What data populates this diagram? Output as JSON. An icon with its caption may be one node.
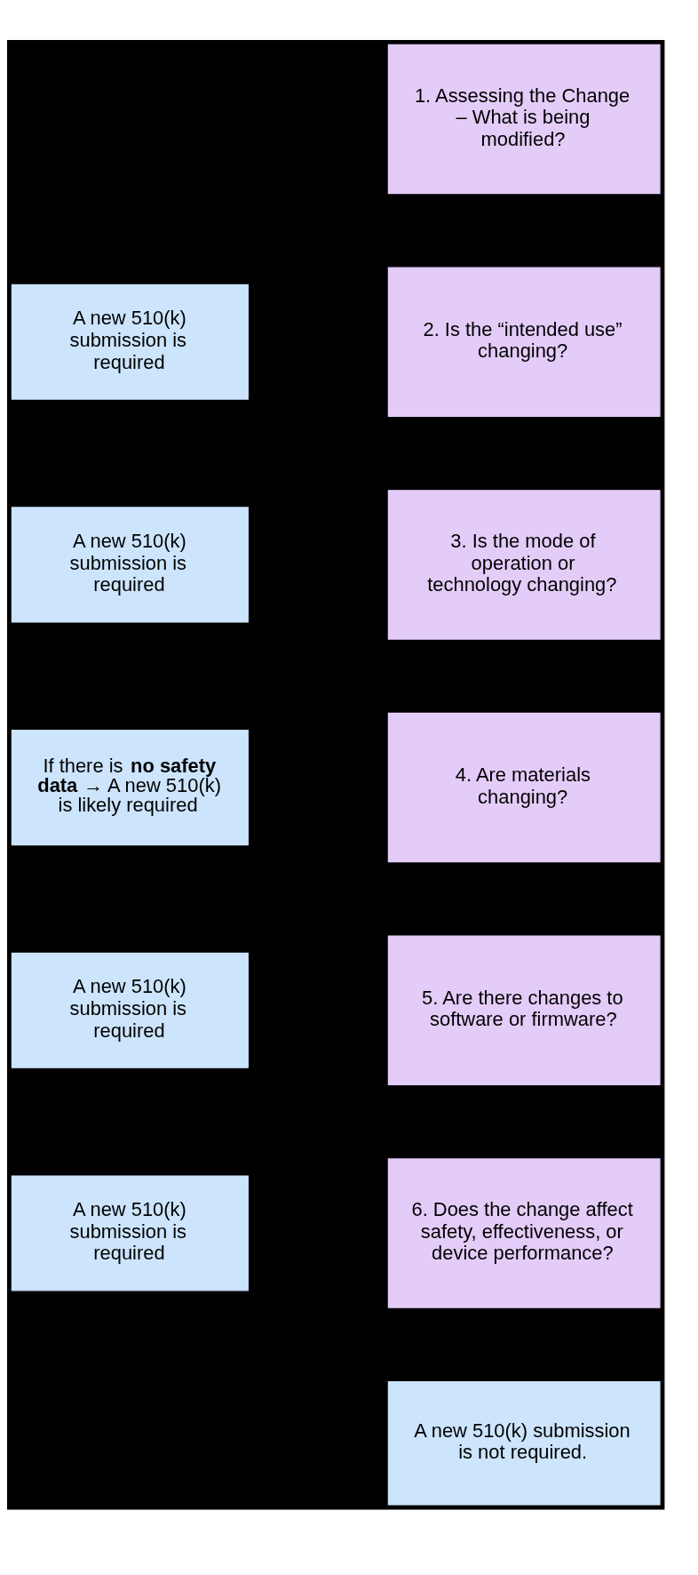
{
  "diagram": {
    "nodes": [
      {
        "text": [
          "1. Assessing the Change – What is being modified?"
        ]
      },
      {
        "text": [
          "A new 510(k) submission is required"
        ]
      },
      {
        "text": [
          "2. Is the “intended use” changing?"
        ]
      },
      {
        "text": [
          "A new 510(k) submission is required"
        ]
      },
      {
        "text": [
          "3. Is the mode of operation or technology changing?"
        ]
      },
      {
        "text": [
          "If there is **no safety data** → A new 510(k) is likely required"
        ]
      },
      {
        "text": [
          "4. Are materials changing?"
        ]
      },
      {
        "text": [
          "A new 510(k) submission is required"
        ]
      },
      {
        "text": [
          "5. Are there changes to software or firmware?"
        ]
      },
      {
        "text": [
          "A new 510(k) submission is required"
        ]
      },
      {
        "text": [
          "6. Does the change affect safety, effectiveness, or device performance?"
        ]
      },
      {
        "text": [
          "A new 510(k) submission is not required."
        ]
      }
    ]
  }
}
